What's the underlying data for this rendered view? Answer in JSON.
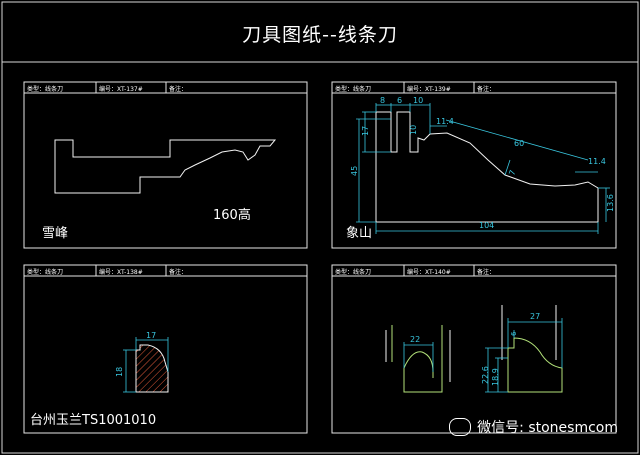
{
  "title": "刀具图纸--线条刀",
  "colors": {
    "frame": "#e6e6e6",
    "profile": "#f2f2f2",
    "dimension": "#39c7e0",
    "profile_green": "#b3e27a",
    "hatch": "#e05a3a"
  },
  "panels": [
    {
      "header": {
        "type_label": "类型：",
        "type_value": "线条刀",
        "number_label": "编号：",
        "number_value": "XT-137#",
        "note_label": "备注："
      },
      "label": "雪峰",
      "annotation": "160高"
    },
    {
      "header": {
        "type_label": "类型：",
        "type_value": "线条刀",
        "number_label": "编号：",
        "number_value": "XT-139#",
        "note_label": "备注："
      },
      "label": "象山",
      "dims": {
        "d8": "8",
        "d6": "6",
        "d10a": "10",
        "d17": "17",
        "d10b": "10",
        "d11_4a": "11.4",
        "d60": "60",
        "d7": "7",
        "d11_4b": "11.4",
        "d45": "45",
        "d13_6": "13.6",
        "d104": "104"
      }
    },
    {
      "header": {
        "type_label": "类型：",
        "type_value": "线条刀",
        "number_label": "编号：",
        "number_value": "XT-138#",
        "note_label": "备注："
      },
      "label": "台州玉兰TS1001010",
      "dims": {
        "width": "17",
        "height": "18"
      }
    },
    {
      "header": {
        "type_label": "类型：",
        "type_value": "线条刀",
        "number_label": "编号：",
        "number_value": "XT-140#",
        "note_label": "备注："
      },
      "dims": {
        "left_width": "22",
        "right_width": "27",
        "right_top": "6",
        "right_h1": "22.6",
        "right_h2": "18.9"
      }
    }
  ],
  "watermark": {
    "icon": "wechat-icon",
    "text": "微信号: stonesmcom"
  }
}
